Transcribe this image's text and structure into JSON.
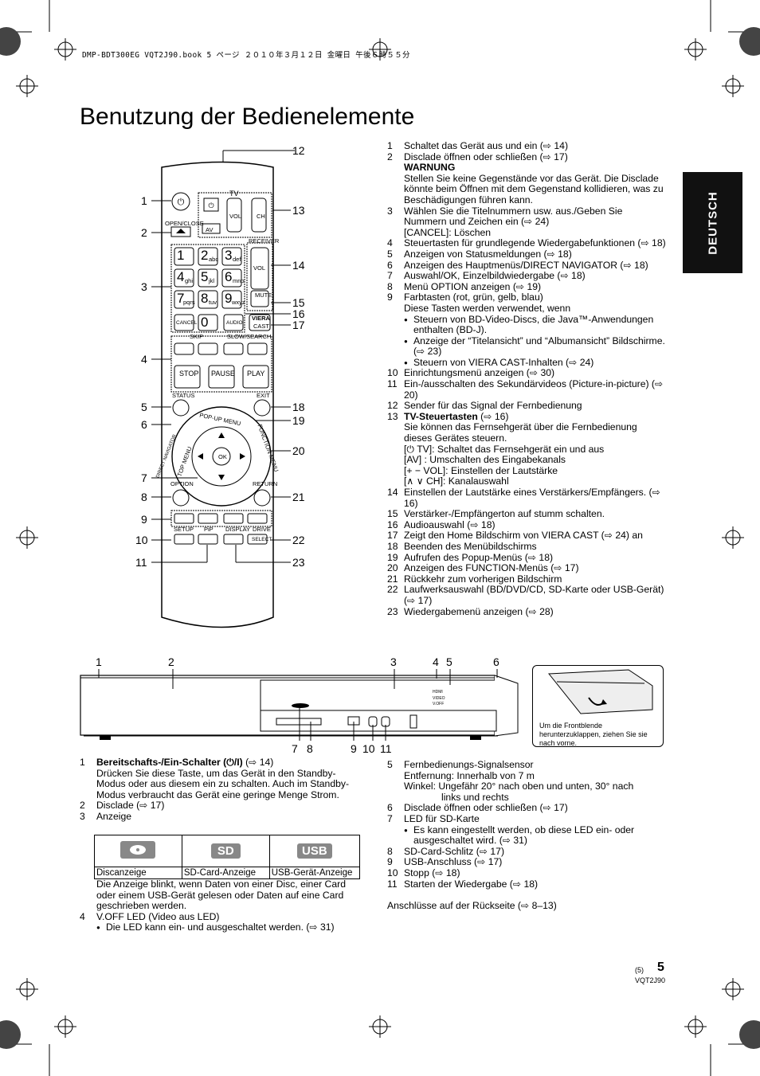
{
  "header": {
    "book_line": "DMP-BDT300EG VQT2J90.book  5 ページ  ２０１０年３月１２日  金曜日  午後６時５５分"
  },
  "page_title": "Benutzung der Bedienelemente",
  "side_tab": "DEUTSCH",
  "remote": {
    "labels": {
      "tv": "TV",
      "open_close": "OPEN/CLOSE",
      "av": "AV",
      "vol": "VOL",
      "ch": "CH",
      "receiver": "RECEIVER",
      "mute": "MUTE",
      "k1": "1",
      "k2": "2",
      "k2s": "abc",
      "k3": "3",
      "k3s": "def",
      "k4": "4",
      "k4s": "ghi",
      "k5": "5",
      "k5s": "jkl",
      "k6": "6",
      "k6s": "mno",
      "k7": "7",
      "k7s": "pqrs",
      "k8": "8",
      "k8s": "tuv",
      "k9": "9",
      "k9s": "wxyz",
      "k0": "0",
      "cancel": "CANCEL",
      "audio": "AUDIO",
      "viera": "VIERA",
      "cast": "CAST",
      "skip": "SKIP",
      "slow_search": "SLOW/SEARCH",
      "stop": "STOP",
      "pause": "PAUSE",
      "play": "PLAY",
      "status": "STATUS",
      "exit": "EXIT",
      "popup_menu": "POP-UP MENU",
      "top_menu": "TOP MENU",
      "direct_navigator": "DIRECT NAVIGATOR",
      "function_menu": "FUNCTION MENU",
      "ok": "OK",
      "option": "OPTION",
      "return": "RETURN",
      "setup": "SETUP",
      "pip": "PiP",
      "display": "DISPLAY",
      "drive": "DRIVE",
      "select": "SELECT"
    },
    "callouts": [
      "1",
      "2",
      "3",
      "4",
      "5",
      "6",
      "7",
      "8",
      "9",
      "10",
      "11",
      "12",
      "13",
      "14",
      "15",
      "16",
      "17",
      "18",
      "19",
      "20",
      "21",
      "22",
      "23"
    ]
  },
  "remote_desc": [
    {
      "n": "1",
      "t": "Schaltet das Gerät aus und ein (⇨ 14)"
    },
    {
      "n": "2",
      "t": "Disclade öffnen oder schließen (⇨ 17)"
    },
    {
      "n": "",
      "t": "WARNUNG",
      "bold": true
    },
    {
      "n": "",
      "t": "Stellen Sie keine Gegenstände vor das Gerät. Die Disclade könnte beim Öffnen mit dem Gegenstand kollidieren, was zu Beschädigungen führen kann."
    },
    {
      "n": "3",
      "t": "Wählen Sie die Titelnummern usw. aus./Geben Sie Nummern und Zeichen ein (⇨ 24)"
    },
    {
      "n": "",
      "t": "[CANCEL]: Löschen"
    },
    {
      "n": "4",
      "t": "Steuertasten für grundlegende Wiedergabefunktionen (⇨ 18)"
    },
    {
      "n": "5",
      "t": "Anzeigen von Statusmeldungen (⇨ 18)"
    },
    {
      "n": "6",
      "t": "Anzeigen des Hauptmenüs/DIRECT NAVIGATOR (⇨ 18)"
    },
    {
      "n": "7",
      "t": "Auswahl/OK, Einzelbildwiedergabe (⇨ 18)"
    },
    {
      "n": "8",
      "t": "Menü OPTION anzeigen (⇨ 19)"
    },
    {
      "n": "9",
      "t": "Farbtasten (rot, grün, gelb, blau)"
    },
    {
      "n": "",
      "t": "Diese Tasten werden verwendet, wenn"
    },
    {
      "n": "",
      "t": "Steuern von BD-Video-Discs, die Java™-Anwendungen enthalten (BD-J).",
      "bullet": true
    },
    {
      "n": "",
      "t": "Anzeige der “Titelansicht” und “Albumansicht” Bildschirme. (⇨ 23)",
      "bullet": true
    },
    {
      "n": "",
      "t": "Steuern von VIERA CAST-Inhalten (⇨ 24)",
      "bullet": true
    },
    {
      "n": "10",
      "t": "Einrichtungsmenü anzeigen (⇨ 30)"
    },
    {
      "n": "11",
      "t": "Ein-/ausschalten des Sekundärvideos (Picture-in-picture) (⇨ 20)"
    },
    {
      "n": "12",
      "t": "Sender für das Signal der Fernbedienung"
    },
    {
      "n": "13",
      "t": "TV-Steuertasten (⇨ 16)",
      "boldprefix": "TV-Steuertasten"
    },
    {
      "n": "",
      "t": "Sie können das Fernsehgerät über die Fernbedienung dieses Gerätes steuern."
    },
    {
      "n": "",
      "t": "[⏻ TV]: Schaltet das Fernsehgerät ein und aus"
    },
    {
      "n": "",
      "t": "[AV] : Umschalten des Eingabekanals"
    },
    {
      "n": "",
      "t": "[+ − VOL]: Einstellen der Lautstärke"
    },
    {
      "n": "",
      "t": "[∧ ∨ CH]: Kanalauswahl"
    },
    {
      "n": "14",
      "t": "Einstellen der Lautstärke eines Verstärkers/Empfängers. (⇨ 16)"
    },
    {
      "n": "15",
      "t": "Verstärker-/Empfängerton auf stumm schalten."
    },
    {
      "n": "16",
      "t": "Audioauswahl (⇨ 18)"
    },
    {
      "n": "17",
      "t": "Zeigt den Home Bildschirm von VIERA CAST (⇨ 24) an"
    },
    {
      "n": "18",
      "t": "Beenden des Menübildschirms"
    },
    {
      "n": "19",
      "t": "Aufrufen des Popup-Menüs (⇨ 18)"
    },
    {
      "n": "20",
      "t": "Anzeigen des FUNCTION-Menüs (⇨ 17)"
    },
    {
      "n": "21",
      "t": "Rückkehr zum vorherigen Bildschirm"
    },
    {
      "n": "22",
      "t": "Laufwerksauswahl (BD/DVD/CD, SD-Karte oder USB-Gerät) (⇨ 17)"
    },
    {
      "n": "23",
      "t": "Wiedergabemenü anzeigen (⇨ 28)"
    }
  ],
  "device": {
    "top_callouts": [
      "1",
      "2",
      "3",
      "4",
      "5",
      "6"
    ],
    "bottom_callouts": [
      "7",
      "8",
      "9",
      "10",
      "11"
    ],
    "panel_labels": {
      "hdmi": "HDMI",
      "vga": "V.OFF",
      "video": "VIDEO"
    },
    "inset_caption": "Um die Frontblende herunterzuklappen, ziehen Sie sie nach vorne."
  },
  "device_desc_left": [
    {
      "n": "1",
      "t": "Bereitschafts-/Ein-Schalter (⏻/I) (⇨ 14)",
      "boldprefix": "Bereitschafts-/Ein-Schalter (⏻/I)"
    },
    {
      "n": "",
      "t": "Drücken Sie diese Taste, um das Gerät in den Standby-Modus oder aus diesem ein zu schalten. Auch im Standby-Modus verbraucht das Gerät eine geringe Menge Strom."
    },
    {
      "n": "2",
      "t": "Disclade (⇨ 17)"
    },
    {
      "n": "3",
      "t": "Anzeige"
    }
  ],
  "indicator_table": {
    "icons": [
      "disc-icon",
      "SD",
      "USB"
    ],
    "labels": [
      "Discanzeige",
      "SD-Card-Anzeige",
      "USB-Gerät-Anzeige"
    ]
  },
  "device_desc_left2": [
    {
      "n": "",
      "t": "Die Anzeige blinkt, wenn Daten von einer Disc, einer Card oder einem USB-Gerät gelesen oder Daten auf eine Card geschrieben werden."
    },
    {
      "n": "4",
      "t": "V.OFF LED (Video aus LED)"
    },
    {
      "n": "",
      "t": "Die LED kann ein- und ausgeschaltet werden. (⇨ 31)",
      "bullet": true
    }
  ],
  "device_desc_right": [
    {
      "n": "5",
      "t": "Fernbedienungs-Signalsensor"
    },
    {
      "n": "",
      "t": "Entfernung: Innerhalb von 7 m"
    },
    {
      "n": "",
      "t": "Winkel: Ungefähr 20° nach oben und unten, 30° nach"
    },
    {
      "n": "",
      "t": "links und rechts",
      "indent": true
    },
    {
      "n": "6",
      "t": "Disclade öffnen oder schließen (⇨ 17)"
    },
    {
      "n": "7",
      "t": "LED für SD-Karte"
    },
    {
      "n": "",
      "t": "Es kann eingestellt werden, ob diese LED ein- oder ausgeschaltet wird. (⇨ 31)",
      "bullet2": true
    },
    {
      "n": "8",
      "t": "SD-Card-Schlitz (⇨ 17)"
    },
    {
      "n": "9",
      "t": "USB-Anschluss (⇨ 17)"
    },
    {
      "n": "10",
      "t": "Stopp (⇨ 18)"
    },
    {
      "n": "11",
      "t": "Starten der Wiedergabe (⇨ 18)"
    },
    {
      "n": "",
      "t": ""
    },
    {
      "n": "",
      "t": "Anschlüsse auf der Rückseite (⇨ 8–13)",
      "noindent": true
    }
  ],
  "footer": {
    "page_paren": "(5)",
    "page_num": "5",
    "code": "VQT2J90"
  }
}
